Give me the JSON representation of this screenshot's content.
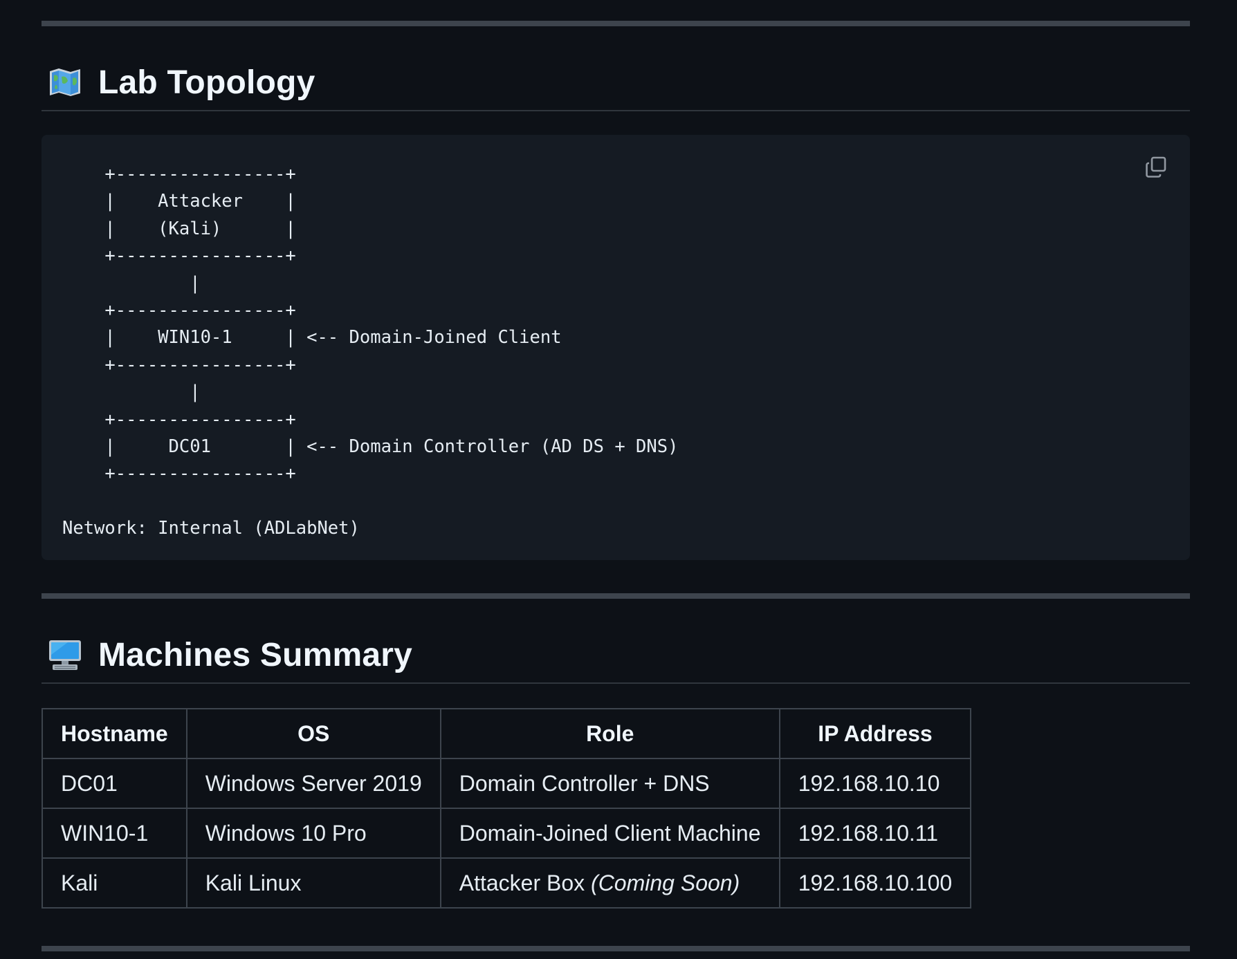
{
  "sections": {
    "lab_topology": {
      "title": "Lab Topology",
      "icon": "world-map-icon",
      "code": "    +----------------+\n    |    Attacker    |\n    |    (Kali)      |\n    +----------------+\n            |\n    +----------------+\n    |    WIN10-1     | <-- Domain-Joined Client\n    +----------------+\n            |\n    +----------------+\n    |     DC01       | <-- Domain Controller (AD DS + DNS)\n    +----------------+\n\nNetwork: Internal (ADLabNet)",
      "copy_icon": "copy-icon"
    },
    "machines_summary": {
      "title": "Machines Summary",
      "icon": "desktop-computer-icon",
      "table": {
        "headers": [
          "Hostname",
          "OS",
          "Role",
          "IP Address"
        ],
        "rows": [
          {
            "hostname": "DC01",
            "os": "Windows Server 2019",
            "role": "Domain Controller + DNS",
            "role_note": "",
            "ip": "192.168.10.10"
          },
          {
            "hostname": "WIN10-1",
            "os": "Windows 10 Pro",
            "role": "Domain-Joined Client Machine",
            "role_note": "",
            "ip": "192.168.10.11"
          },
          {
            "hostname": "Kali",
            "os": "Kali Linux",
            "role": "Attacker Box ",
            "role_note": "(Coming Soon)",
            "ip": "192.168.10.100"
          }
        ]
      }
    }
  },
  "colors": {
    "background": "#0d1117",
    "code_background": "#151b23",
    "text": "#e6edf3",
    "border": "#3d444d"
  }
}
